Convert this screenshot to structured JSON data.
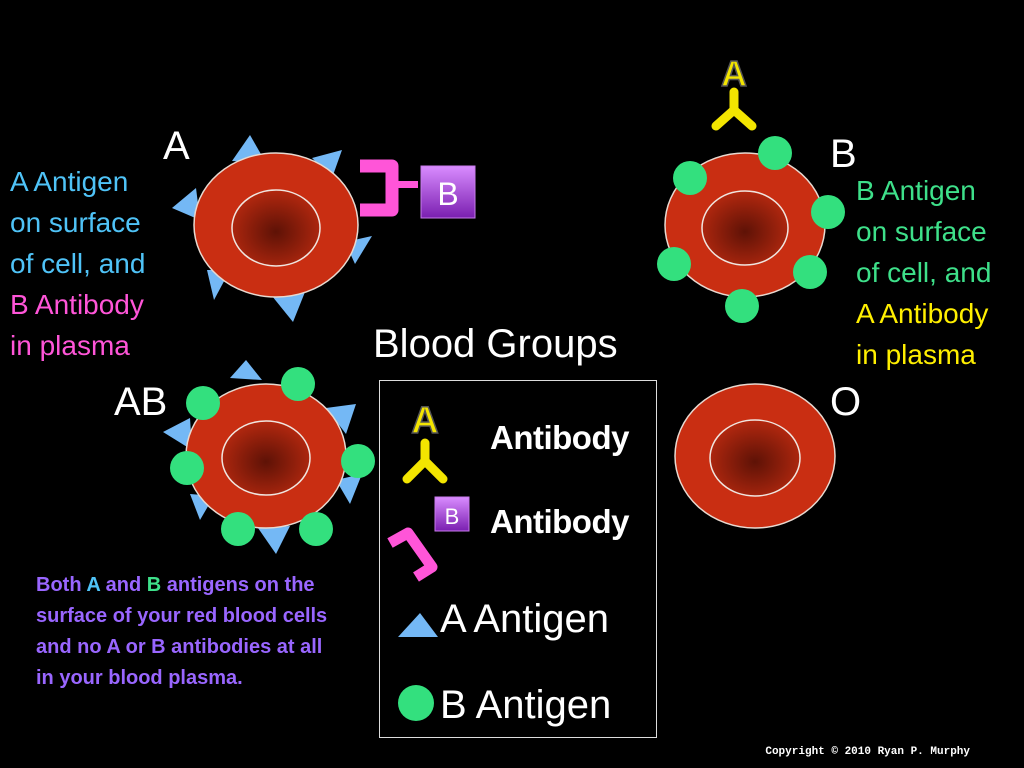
{
  "title": "Blood Groups",
  "groups": {
    "a": {
      "label": "A",
      "lines": [
        "A Antigen",
        "on surface",
        "of cell, and",
        "B Antibody",
        "in plasma"
      ]
    },
    "b": {
      "label": "B",
      "lines": [
        "B Antigen",
        "on surface",
        "of cell, and",
        "A Antibody",
        "in plasma"
      ]
    },
    "ab": {
      "label": "AB"
    },
    "o": {
      "label": "O"
    }
  },
  "ab_note": {
    "p1": "Both ",
    "a": "A",
    "p2": " and ",
    "b": "B",
    "p3": " antigens on the surface of your red blood cells and no A or B antibodies at all in your blood plasma."
  },
  "legend": {
    "a_antibody_badge": "A",
    "a_antibody_label": "Antibody",
    "b_antibody_badge": "B",
    "b_antibody_label": "Antibody",
    "a_antigen_label": "A Antigen",
    "b_antigen_label": "B Antigen"
  },
  "free_antibodies": {
    "a_badge": "A",
    "b_badge": "B"
  },
  "copyright": "Copyright © 2010 Ryan P. Murphy",
  "colors": {
    "background": "#000000",
    "cell": "#c92e12",
    "cell_center": "#7a1a0a",
    "a_antigen": "#74b8f5",
    "b_antigen": "#33e07e",
    "a_antibody": "#f3e500",
    "b_antibody": "#ff55d8",
    "b_badge": "#a43bd6",
    "text_cyan": "#4fc3f7",
    "text_green": "#3ee08a",
    "text_pink": "#ff55d8",
    "text_yellow": "#ffef00",
    "text_purple": "#9966ff"
  },
  "icons": [
    "red-blood-cell",
    "a-antigen-triangle",
    "b-antigen-circle",
    "a-antibody-y",
    "b-antibody-hook"
  ]
}
